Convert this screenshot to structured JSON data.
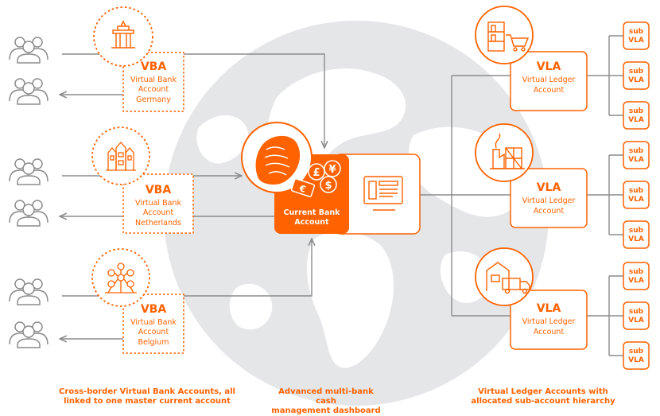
{
  "vba": [
    {
      "title": "VBA",
      "line1": "Virtual Bank",
      "line2": "Account",
      "country": "Germany",
      "landmark_icon": "brandenburg-gate-icon"
    },
    {
      "title": "VBA",
      "line1": "Virtual Bank",
      "line2": "Account",
      "country": "Netherlands",
      "landmark_icon": "canal-houses-icon"
    },
    {
      "title": "VBA",
      "line1": "Virtual Bank",
      "line2": "Account",
      "country": "Belgium",
      "landmark_icon": "atomium-icon"
    }
  ],
  "center": {
    "line1": "Current Bank",
    "line2": "Account",
    "logo_icon": "lion-logo-icon",
    "currency_icons": [
      "pound-icon",
      "yen-icon",
      "dollar-icon",
      "euro-icon"
    ]
  },
  "vla": [
    {
      "title": "VLA",
      "line1": "Virtual Ledger",
      "line2": "Account",
      "icon": "retail-shelf-cart-icon",
      "subs": [
        "sub VLA",
        "sub VLA",
        "sub VLA"
      ]
    },
    {
      "title": "VLA",
      "line1": "Virtual Ledger",
      "line2": "Account",
      "icon": "factory-icon",
      "subs": [
        "sub VLA",
        "sub VLA",
        "sub VLA"
      ]
    },
    {
      "title": "VLA",
      "line1": "Virtual Ledger",
      "line2": "Account",
      "icon": "warehouse-truck-icon",
      "subs": [
        "sub VLA",
        "sub VLA",
        "sub VLA"
      ]
    }
  ],
  "captions": {
    "left": [
      "Cross-border Virtual Bank Accounts, all",
      "linked to one master current account"
    ],
    "middle": [
      "Advanced multi-bank cash",
      "management dashboard"
    ],
    "right": [
      "Virtual Ledger Accounts with",
      "allocated sub-account hierarchy"
    ]
  },
  "colors": {
    "accent": "#ff6200",
    "line": "#8c8c8c",
    "globe": "#e4e6e8",
    "land": "#ffffff"
  }
}
